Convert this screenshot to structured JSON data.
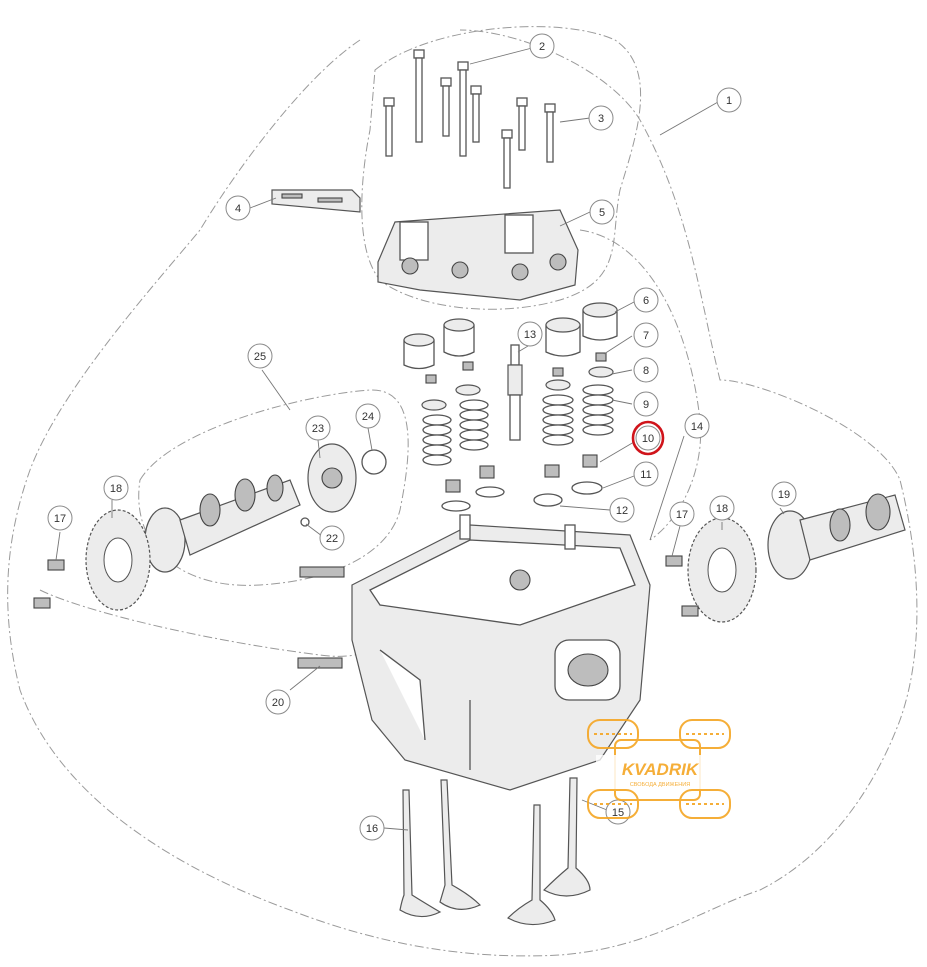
{
  "callouts": [
    "1",
    "2",
    "3",
    "4",
    "5",
    "6",
    "7",
    "8",
    "9",
    "10",
    "11",
    "12",
    "13",
    "14",
    "15",
    "16",
    "17",
    "17",
    "18",
    "18",
    "19",
    "20",
    "22",
    "23",
    "24",
    "25"
  ],
  "highlighted_callout": "10",
  "highlight_color": "#d0141b",
  "watermark": {
    "brand": "KVADRIK",
    "tagline": "СВОБОДА ДВИЖЕНИЯ",
    "color": "#f5a623",
    "icon": "atv-tire-icon"
  }
}
